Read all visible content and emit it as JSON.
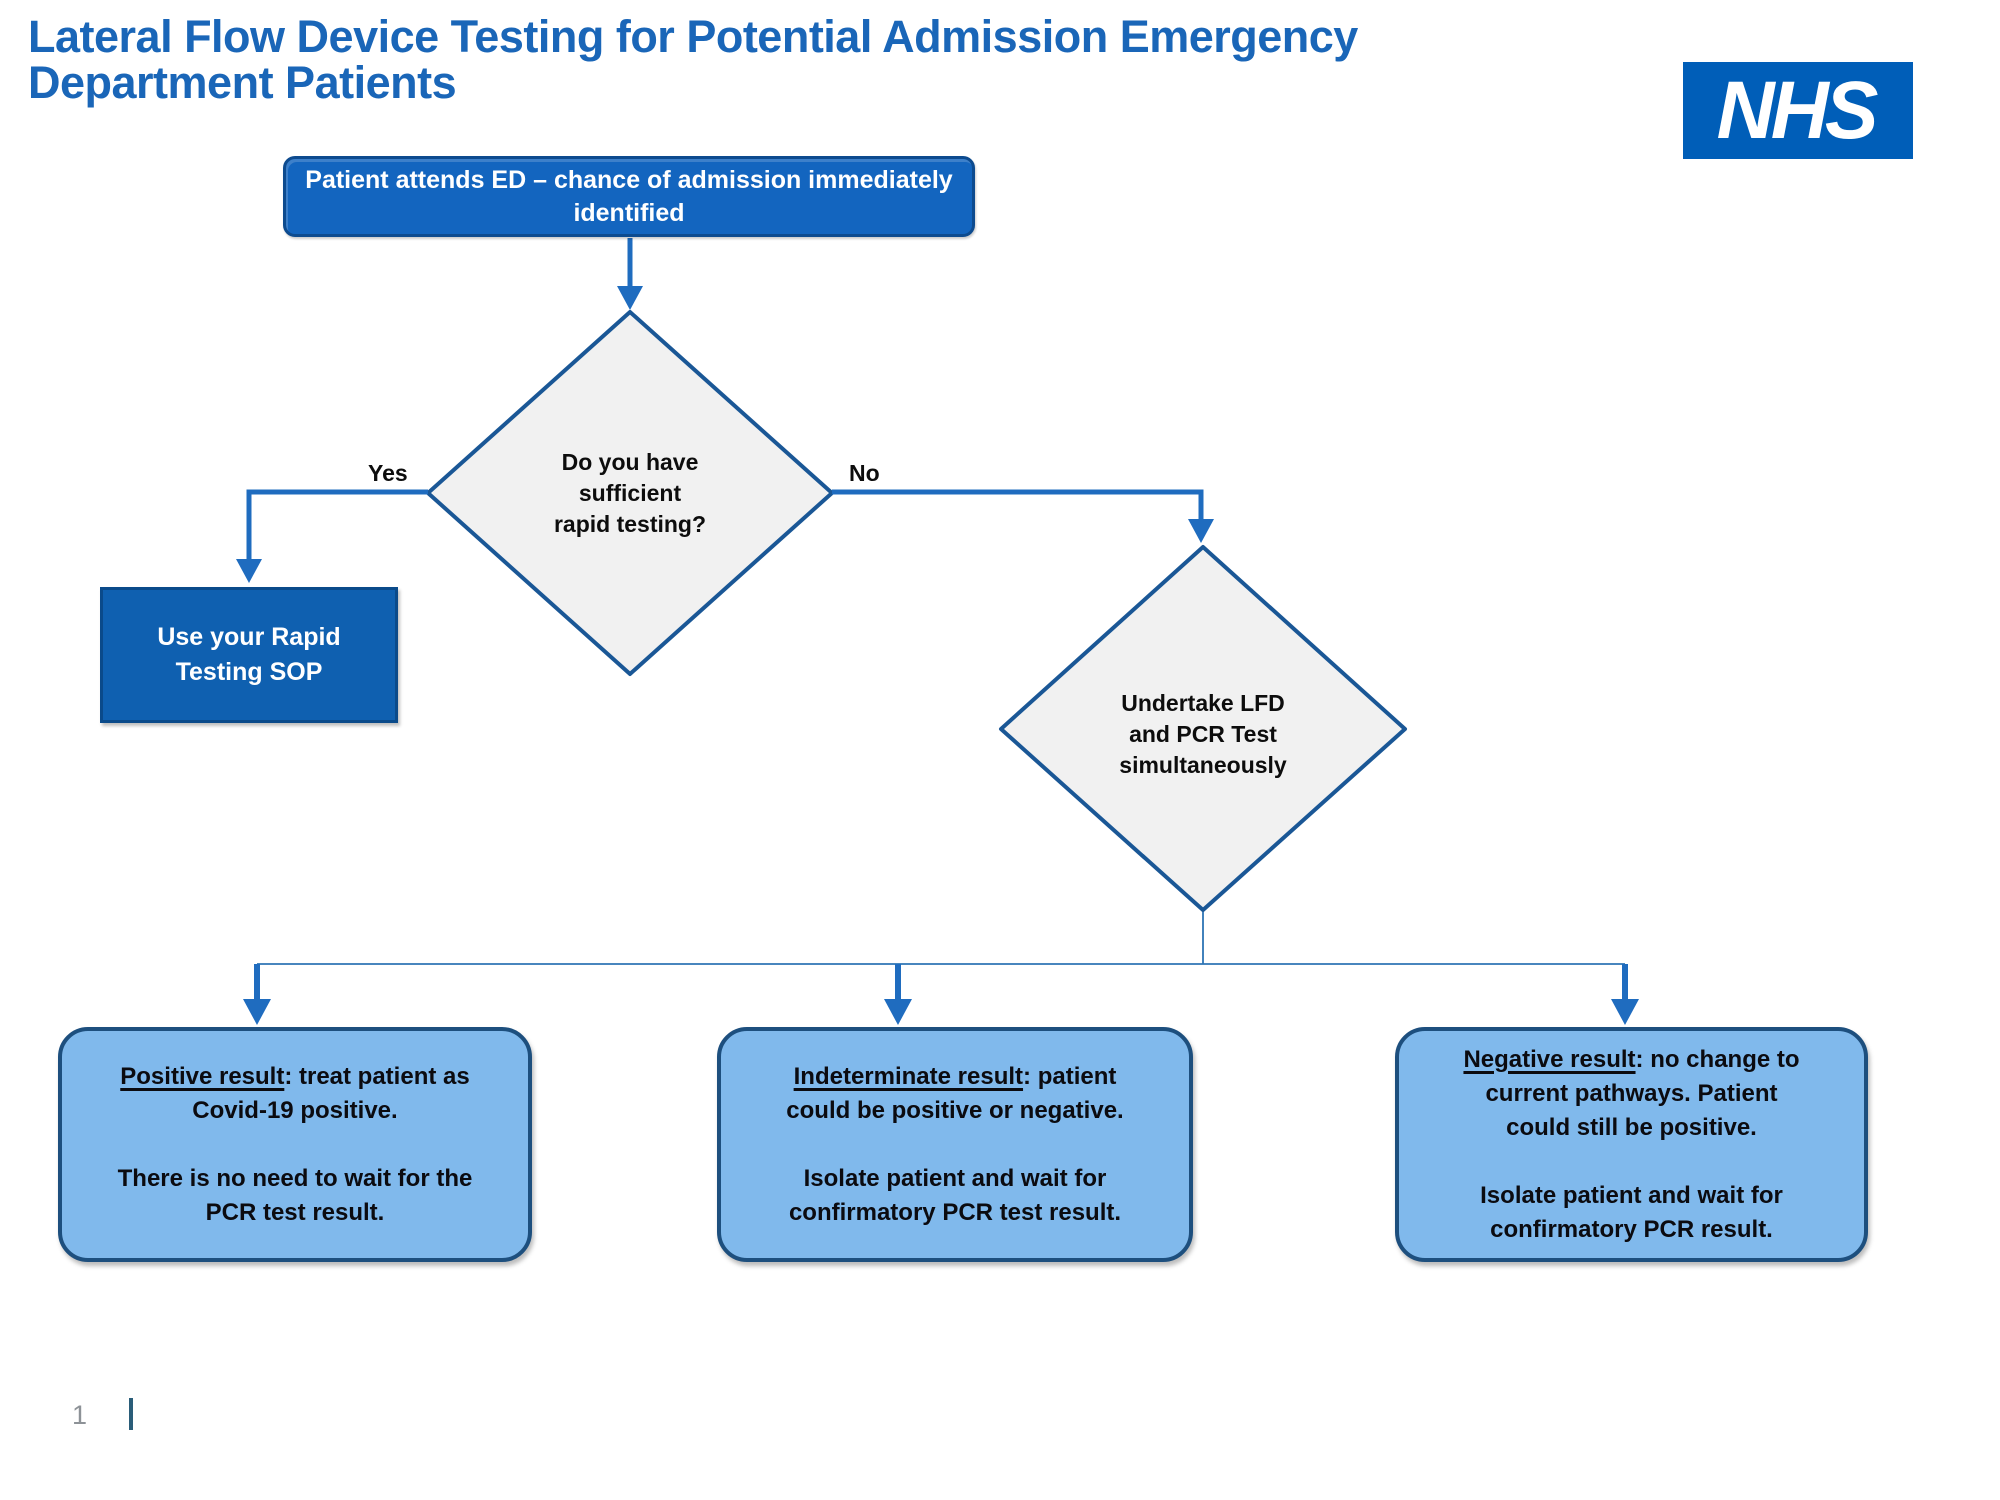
{
  "page": {
    "title": "Lateral Flow Device Testing for Potential Admission Emergency\nDepartment Patients",
    "page_number": "1"
  },
  "logo": {
    "text": "NHS"
  },
  "flow": {
    "start": {
      "text": "Patient attends ED – chance of admission immediately\nidentified"
    },
    "decision1": {
      "text": "Do you have\nsufficient\nrapid testing?"
    },
    "yes_label": "Yes",
    "no_label": "No",
    "sop": {
      "text": "Use your Rapid\nTesting SOP"
    },
    "decision2": {
      "text": "Undertake LFD\nand PCR Test\nsimultaneously"
    },
    "outcomes": [
      {
        "lead": "Positive result",
        "rest": ": treat patient as\nCovid-19 positive.",
        "para2": "There is no need to wait for the\nPCR test result."
      },
      {
        "lead": "Indeterminate result",
        "rest": ": patient\ncould be positive or negative.",
        "para2": "Isolate patient and wait for\nconfirmatory PCR test result."
      },
      {
        "lead": "Negative result",
        "rest": ": no change to\ncurrent pathways.  Patient\ncould still be positive.",
        "para2": "Isolate patient and wait for\nconfirmatory PCR result."
      }
    ]
  },
  "colors": {
    "title_blue": "#1a66b8",
    "nhs_blue": "#005eb8",
    "start_node_fill": "#1365bf",
    "sop_node_fill": "#0f60b0",
    "outcome_fill": "#80b9ec",
    "outcome_border": "#1d4f7e",
    "diamond_fill": "#f1f1f1",
    "diamond_border": "#1a5796",
    "arrow_blue": "#1f6cbf"
  }
}
